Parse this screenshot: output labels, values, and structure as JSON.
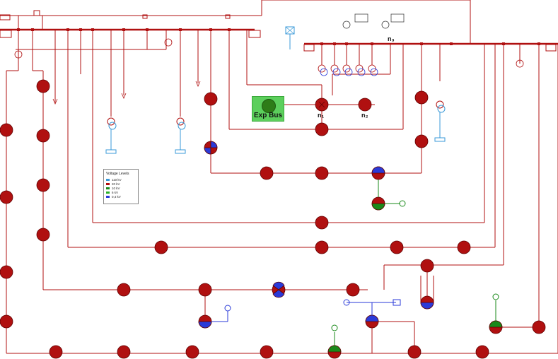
{
  "exp_bus": {
    "label": "Exp Bus"
  },
  "node_labels": {
    "n1": "n₁",
    "n2": "n₂",
    "n3": "n₃"
  },
  "legend": {
    "title": "Voltage Levels",
    "items": [
      {
        "label": "110 kV",
        "color": "#3a9ad8"
      },
      {
        "label": "20 kV",
        "color": "#b01010"
      },
      {
        "label": "10 kV",
        "color": "#1a8a1a"
      },
      {
        "label": "6 kV",
        "color": "#2ab02a"
      },
      {
        "label": "0,4 kV",
        "color": "#2a3ad8"
      }
    ]
  },
  "colors": {
    "kv20": "#b01010",
    "kv04": "#2a3ad8",
    "kv10": "#1a8a1a",
    "kv110": "#3a9ad8",
    "exp_bus_fill": "#5ccf5c"
  },
  "icons": [
    "substation-icon",
    "transformer-icon",
    "generator-icon",
    "load-arrow-icon",
    "switch-icon"
  ]
}
